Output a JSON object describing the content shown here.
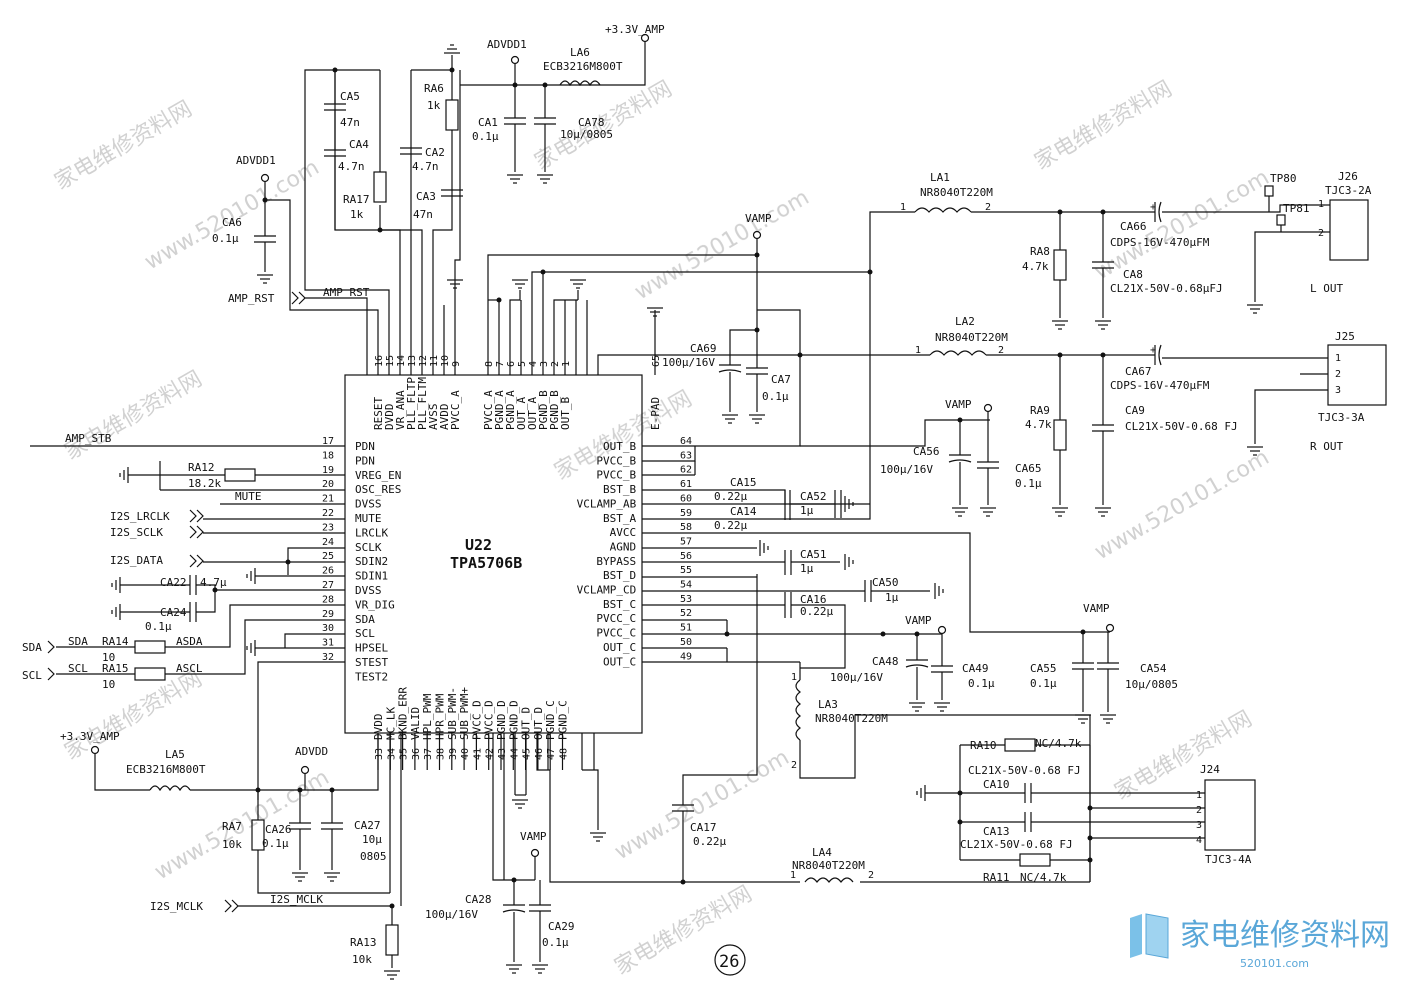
{
  "chip": {
    "ref": "U22",
    "part": "TPA5706B"
  },
  "left_pins": [
    {
      "num": "17",
      "name": "PDN"
    },
    {
      "num": "18",
      "name": "PDN"
    },
    {
      "num": "19",
      "name": "VREG_EN"
    },
    {
      "num": "20",
      "name": "OSC_RES"
    },
    {
      "num": "21",
      "name": "DVSS"
    },
    {
      "num": "22",
      "name": "MUTE"
    },
    {
      "num": "23",
      "name": "LRCLK"
    },
    {
      "num": "24",
      "name": "SCLK"
    },
    {
      "num": "25",
      "name": "SDIN2"
    },
    {
      "num": "26",
      "name": "SDIN1"
    },
    {
      "num": "27",
      "name": "DVSS"
    },
    {
      "num": "28",
      "name": "VR_DIG"
    },
    {
      "num": "29",
      "name": "SDA"
    },
    {
      "num": "30",
      "name": "SCL"
    },
    {
      "num": "31",
      "name": "HPSEL"
    },
    {
      "num": "32",
      "name": "STEST"
    },
    {
      "num": "",
      "name": "TEST2"
    }
  ],
  "right_pins": [
    {
      "num": "64",
      "name": "OUT_B"
    },
    {
      "num": "63",
      "name": "PVCC_B"
    },
    {
      "num": "62",
      "name": "PVCC_B"
    },
    {
      "num": "61",
      "name": "BST_B"
    },
    {
      "num": "60",
      "name": "VCLAMP_AB"
    },
    {
      "num": "59",
      "name": "BST_A"
    },
    {
      "num": "58",
      "name": "AVCC"
    },
    {
      "num": "57",
      "name": "AGND"
    },
    {
      "num": "56",
      "name": "BYPASS"
    },
    {
      "num": "55",
      "name": "BST_D"
    },
    {
      "num": "54",
      "name": "VCLAMP_CD"
    },
    {
      "num": "53",
      "name": "BST_C"
    },
    {
      "num": "52",
      "name": "PVCC_C"
    },
    {
      "num": "51",
      "name": "PVCC_C"
    },
    {
      "num": "50",
      "name": "OUT_C"
    },
    {
      "num": "49",
      "name": "OUT_C"
    }
  ],
  "top_pins": [
    {
      "num": "16",
      "name": "RESET"
    },
    {
      "num": "15",
      "name": "DVDD"
    },
    {
      "num": "14",
      "name": "VR_ANA"
    },
    {
      "num": "13",
      "name": "PLL_FLTP"
    },
    {
      "num": "12",
      "name": "PLL_FLTM"
    },
    {
      "num": "11",
      "name": "AVSS"
    },
    {
      "num": "10",
      "name": "AVDD"
    },
    {
      "num": "9",
      "name": "PVCC_A"
    },
    {
      "num": "8",
      "name": "PVCC_A"
    },
    {
      "num": "7",
      "name": "PGND_A"
    },
    {
      "num": "6",
      "name": "PGND_A"
    },
    {
      "num": "5",
      "name": "OUT_A"
    },
    {
      "num": "4",
      "name": "OUT_A"
    },
    {
      "num": "3",
      "name": "PGND_B"
    },
    {
      "num": "2",
      "name": "PGND_B"
    },
    {
      "num": "1",
      "name": "OUT_B"
    },
    {
      "num": "65",
      "name": "E-PAD"
    }
  ],
  "bottom_pins": [
    {
      "num": "33",
      "name": "DVDD"
    },
    {
      "num": "34",
      "name": "MC_LK"
    },
    {
      "num": "35",
      "name": "BKND_ERR"
    },
    {
      "num": "36",
      "name": "VALID"
    },
    {
      "num": "37",
      "name": "HPL_PWM"
    },
    {
      "num": "38",
      "name": "HPR_PWM"
    },
    {
      "num": "39",
      "name": "SUB_PWM-"
    },
    {
      "num": "40",
      "name": "SUB_PWM+"
    },
    {
      "num": "41",
      "name": "PVCC_D"
    },
    {
      "num": "42",
      "name": "PVCC_D"
    },
    {
      "num": "43",
      "name": "PGND_D"
    },
    {
      "num": "44",
      "name": "PGND_D"
    },
    {
      "num": "45",
      "name": "OUT_D"
    },
    {
      "num": "46",
      "name": "OUT_D"
    },
    {
      "num": "47",
      "name": "PGND_C"
    },
    {
      "num": "48",
      "name": "PGND_C"
    }
  ],
  "labels": {
    "advdd1_a": "ADVDD1",
    "advdd1_b": "ADVDD1",
    "advdd": "ADVDD",
    "amp33_a": "+3.3V_AMP",
    "amp33_b": "+3.3V_AMP",
    "vamp_a": "VAMP",
    "vamp_b": "VAMP",
    "vamp_c": "VAMP",
    "vamp_d": "VAMP",
    "vamp_e": "VAMP",
    "amp_rst_a": "AMP_RST",
    "amp_rst_b": "AMP_RST",
    "amp_stb": "AMP_STB",
    "mute": "MUTE",
    "i2s_lrclk": "I2S_LRCLK",
    "i2s_sclk": "I2S_SCLK",
    "i2s_data": "I2S_DATA",
    "sda_a": "SDA",
    "sda_b": "SDA",
    "asda": "ASDA",
    "scl_a": "SCL",
    "scl_b": "SCL",
    "ascl": "ASCL",
    "i2s_mclk_a": "I2S_MCLK",
    "i2s_mclk_b": "I2S_MCLK",
    "l_out": "L OUT",
    "r_out": "R OUT",
    "page_num": "26"
  },
  "components": {
    "ca5": [
      "CA5",
      "47n"
    ],
    "ca4": [
      "CA4",
      "4.7n"
    ],
    "ra17": [
      "RA17",
      "1k"
    ],
    "ra6": [
      "RA6",
      "1k"
    ],
    "ca2": [
      "CA2",
      "4.7n"
    ],
    "ca3": [
      "CA3",
      "47n"
    ],
    "ca1": [
      "CA1",
      "0.1μ"
    ],
    "ca78": [
      "CA78",
      "10μ/0805"
    ],
    "la6": [
      "LA6",
      "ECB3216M800T"
    ],
    "ca6": [
      "CA6",
      "0.1μ"
    ],
    "ra12": [
      "RA12",
      "18.2k"
    ],
    "ca22": [
      "CA22",
      "4.7μ"
    ],
    "ca24": [
      "CA24",
      "0.1μ"
    ],
    "ra14": [
      "RA14",
      "10"
    ],
    "ra15": [
      "RA15",
      "10"
    ],
    "la5": [
      "LA5",
      "ECB3216M800T"
    ],
    "ra7": [
      "RA7",
      "10k"
    ],
    "ca26": [
      "CA26",
      "0.1μ"
    ],
    "ca27": [
      "CA27",
      "10μ",
      "0805"
    ],
    "ra13": [
      "RA13",
      "10k"
    ],
    "ca28": [
      "CA28",
      "100μ/16V"
    ],
    "ca29": [
      "CA29",
      "0.1μ"
    ],
    "ca69": [
      "CA69",
      "100μ/16V"
    ],
    "ca7": [
      "CA7",
      "0.1μ"
    ],
    "ca15": [
      "CA15",
      "0.22μ"
    ],
    "ca14": [
      "CA14",
      "0.22μ"
    ],
    "ca52": [
      "CA52",
      "1μ"
    ],
    "ca51": [
      "CA51",
      "1μ"
    ],
    "ca50": [
      "CA50",
      "1μ"
    ],
    "ca16": [
      "CA16",
      "0.22μ"
    ],
    "ca56": [
      "CA56",
      "100μ/16V"
    ],
    "ca65": [
      "CA65",
      "0.1μ"
    ],
    "ca48": [
      "CA48",
      "100μ/16V"
    ],
    "ca49": [
      "CA49",
      "0.1μ"
    ],
    "ca55": [
      "CA55",
      "0.1μ"
    ],
    "ca54": [
      "CA54",
      "10μ/0805"
    ],
    "la1": [
      "LA1",
      "NR8040T220M"
    ],
    "la2": [
      "LA2",
      "NR8040T220M"
    ],
    "la3": [
      "LA3",
      "NR8040T220M"
    ],
    "la4": [
      "LA4",
      "NR8040T220M"
    ],
    "ra8": [
      "RA8",
      "4.7k"
    ],
    "ra9": [
      "RA9",
      "4.7k"
    ],
    "ca66": [
      "CA66",
      "CDPS-16V-470μFM"
    ],
    "ca67": [
      "CA67",
      "CDPS-16V-470μFM"
    ],
    "ca8": [
      "CA8",
      "CL21X-50V-0.68μFJ"
    ],
    "ca9": [
      "CA9",
      "CL21X-50V-0.68 FJ"
    ],
    "ca10": [
      "CA10",
      "CL21X-50V-0.68 FJ"
    ],
    "ca13": [
      "CA13",
      "CL21X-50V-0.68 FJ"
    ],
    "ra10": [
      "RA10",
      "NC/4.7k"
    ],
    "ra11": [
      "RA11",
      "NC/4.7k"
    ],
    "ca17": [
      "CA17",
      "0.22μ"
    ]
  },
  "connectors": {
    "j26": {
      "ref": "J26",
      "part": "TJC3-2A",
      "pins": [
        "1",
        "2"
      ]
    },
    "j25": {
      "ref": "J25",
      "part": "TJC3-3A",
      "pins": [
        "1",
        "2",
        "3"
      ]
    },
    "j24": {
      "ref": "J24",
      "part": "TJC3-4A",
      "pins": [
        "1",
        "2",
        "3",
        "4"
      ]
    },
    "tp80": "TP80",
    "tp81": "TP81"
  },
  "watermark": {
    "text": "家电维修资料网",
    "url": "www.520101.com",
    "brand": "家电维修资料网",
    "brand_url": "520101.com"
  }
}
